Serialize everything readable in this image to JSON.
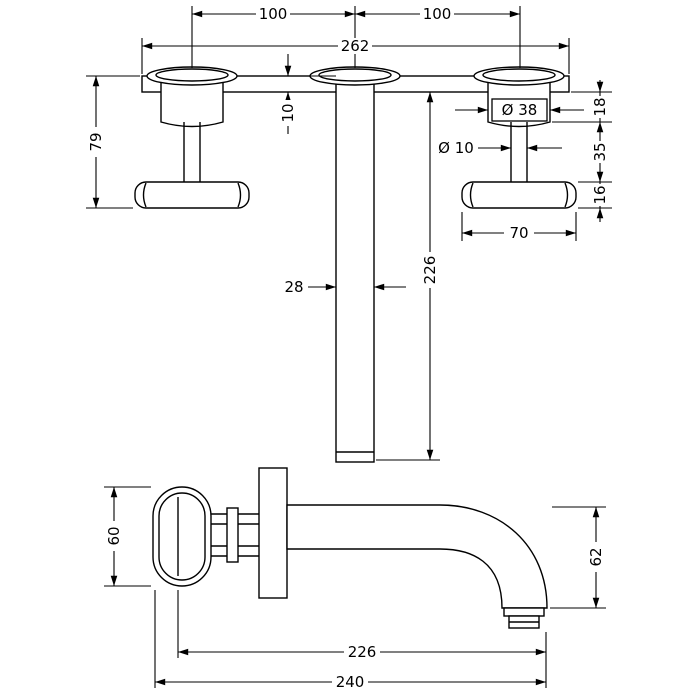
{
  "meta": {
    "drawing_title": "Wall-mounted 3-hole basin mixer - dimensioned technical drawing",
    "units": "mm"
  },
  "colors": {
    "line": "#000000",
    "background": "#ffffff"
  },
  "front_view": {
    "dim_spacing_left": "100",
    "dim_spacing_right": "100",
    "dim_plate_length": "262",
    "dim_handle_projection": "79",
    "dim_plate_thickness": "10",
    "dim_escutcheon_diameter": "Ø 38",
    "dim_escutcheon_depth": "18",
    "dim_stem_diameter": "Ø 10",
    "dim_stem_exposure": "35",
    "dim_bar_diameter": "16",
    "dim_handle_length": "70",
    "dim_spout_width": "28",
    "dim_spout_projection": "226"
  },
  "side_view": {
    "dim_handle_diameter": "60",
    "dim_spout_drop": "62",
    "dim_reach_to_outlet": "226",
    "dim_total_reach": "240"
  }
}
